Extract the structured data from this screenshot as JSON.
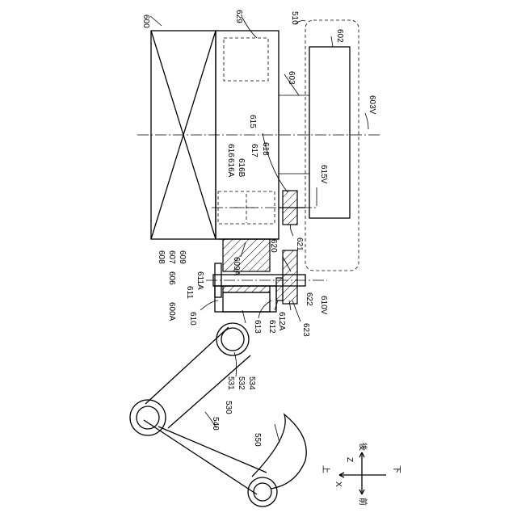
{
  "labels": {
    "l600": "600",
    "l629": "629",
    "l510": "510",
    "l602": "602",
    "l603": "603",
    "l603V": "603V",
    "l615": "615",
    "l615V": "615V",
    "l616": "616",
    "l616A": "616A",
    "l616B": "616B",
    "l617": "617",
    "l618": "618",
    "l621": "621",
    "l620": "620",
    "l622": "622",
    "l623": "623",
    "l612A": "612A",
    "l612": "612",
    "l613": "613",
    "l610V": "610V",
    "l606": "606",
    "l608": "608",
    "l607": "607",
    "l609": "609",
    "l609A": "609A",
    "l611": "611",
    "l611A": "611A",
    "l610": "610",
    "l600A": "600A",
    "l530": "530",
    "l531": "531",
    "l532": "532",
    "l534": "534",
    "l540": "540",
    "l550": "550",
    "axisUp": "上",
    "axisDown": "下",
    "axisFront": "前",
    "axisBack": "後",
    "axisX": "X",
    "axisZ": "Z"
  },
  "colors": {
    "line": "#000000",
    "background": "#ffffff"
  }
}
